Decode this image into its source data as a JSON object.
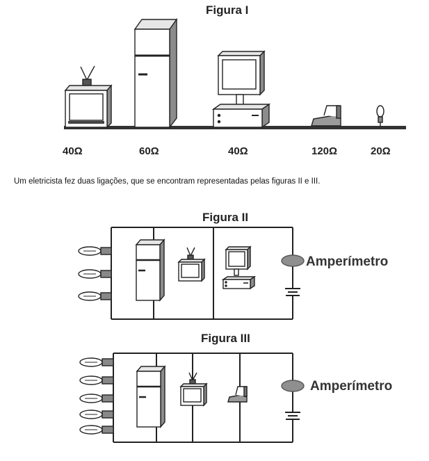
{
  "figure1": {
    "title": "Figura I",
    "resistances": [
      "40Ω",
      "60Ω",
      "40Ω",
      "120Ω",
      "20Ω"
    ]
  },
  "description": "Um eletricista fez duas ligações, que se encontram representadas pelas figuras II e III.",
  "figure2": {
    "title": "Figura II",
    "ammeter_label": "Amperímetro"
  },
  "figure3": {
    "title": "Figura III",
    "ammeter_label": "Amperímetro"
  },
  "colors": {
    "line": "#222222",
    "shade": "#8c8c8c",
    "light": "#d9d9d9",
    "ammeter": "#8f8f8f"
  }
}
